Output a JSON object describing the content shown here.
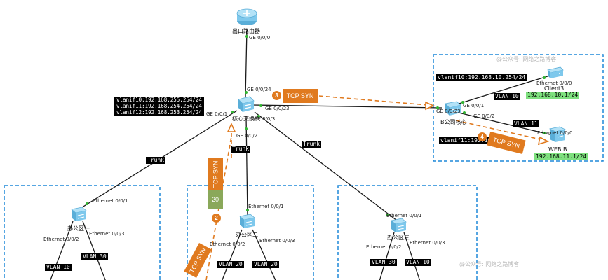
{
  "devices": {
    "router": "出口路由器",
    "core": "核心交换机",
    "b_core": "B公司核心",
    "office1": "办公区一",
    "office2": "办公区二",
    "office3": "办公区三",
    "client3": "Client3",
    "web_b": "WEB B"
  },
  "ports": {
    "router_ge000": "GE 0/0/0",
    "core_ge0024": "GE 0/0/24",
    "core_ge0023": "GE 0/0/23",
    "core_ge001": "GE 0/0/1",
    "core_ge003": "GE 0/0/3",
    "core_ge002": "GE 0/0/2",
    "bcore_ge0023": "GE 0/0/23",
    "bcore_ge001": "GE 0/0/1",
    "bcore_ge002": "GE 0/0/2",
    "client3_eth": "Ethernet 0/0/0",
    "webb_eth": "Ethernet 0/0/0",
    "o1_eth1": "Ethernet 0/0/1",
    "o1_eth2": "Ethernet 0/0/2",
    "o1_eth3": "Ethernet 0/0/3",
    "o2_eth1": "Ethernet 0/0/1",
    "o2_eth2": "Ethernet 0/0/2",
    "o2_eth3": "Ethernet 0/0/3",
    "o3_eth1": "Ethernet 0/0/1",
    "o3_eth2": "Ethernet 0/0/2",
    "o3_eth3": "Ethernet 0/0/3"
  },
  "vlanif_core": [
    "vlanif10:192.168.255.254/24",
    "vlanif11:192.168.254.254/24",
    "vlanif12:192.168.253.254/24"
  ],
  "vlanif_b": {
    "v10": "vlanif10:192.168.10.254/24",
    "v11": "vlanif11:192.16"
  },
  "vlan_tags": {
    "b_vlan10": "VLAN 10",
    "b_vlan11": "VLAN 11",
    "o1_left": "VLAN 10",
    "o1_right": "VLAN 30",
    "o2_left": "VLAN 20",
    "o2_right": "VLAN 20",
    "o3_left": "VLAN 30",
    "o3_right": "VLAN 10"
  },
  "trunk_labels": [
    "Trunk",
    "Trunk",
    "Trunk"
  ],
  "ip_tags": {
    "client3": "192.168.10.1/24",
    "web_b": "192.168.11.1/24"
  },
  "packets": {
    "syn1_text": "TCP SYN",
    "syn1_num": "20",
    "syn1_step": "2",
    "syn2_text": "TCP SYN",
    "syn2_step": "3",
    "syn3_text": "TCP SYN",
    "syn3_step": "4",
    "syn4_text": "TCP SYN"
  },
  "watermarks": {
    "top": "@公众号: 网络之路博客",
    "bottom": "@公众号: 网络之路博客"
  },
  "colors": {
    "link": "#1a1a1a",
    "dashed_box": "#1e88d8",
    "packet": "#e07a1f",
    "ip_green": "#7ee07e",
    "device": "#7ec8ec"
  }
}
